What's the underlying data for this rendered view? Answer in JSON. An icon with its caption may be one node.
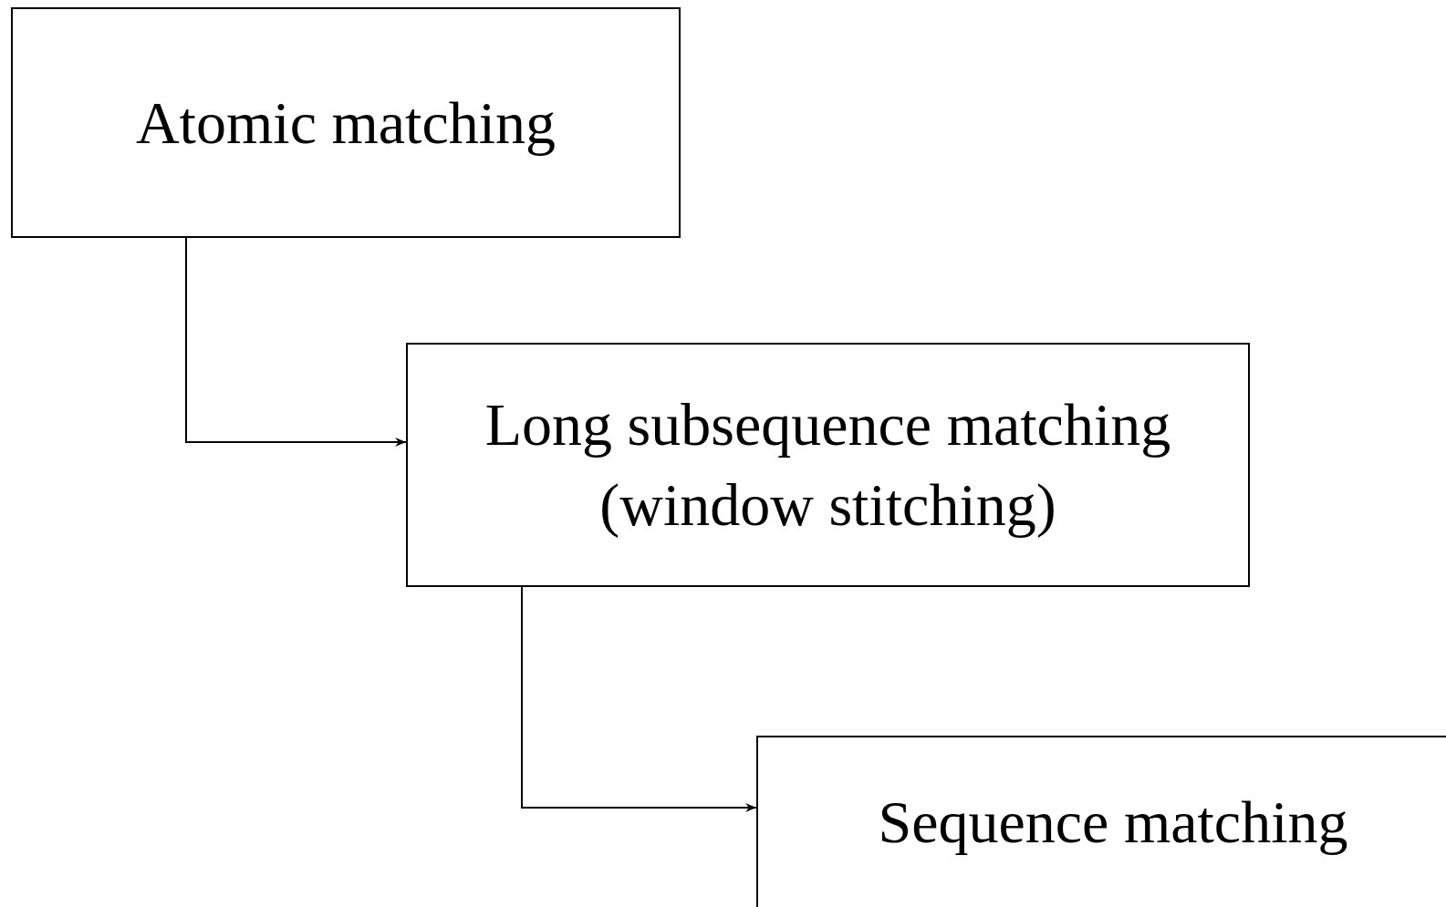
{
  "diagram": {
    "nodes": [
      {
        "text": [
          "Atomic matching"
        ]
      },
      {
        "text": [
          "Long subsequence matching (window stitching)"
        ]
      },
      {
        "text": [
          "Sequence matching"
        ]
      }
    ],
    "edges": [
      {
        "from": 0,
        "to": 1,
        "arrow": "to"
      },
      {
        "from": 1,
        "to": 2,
        "arrow": "to"
      }
    ]
  }
}
